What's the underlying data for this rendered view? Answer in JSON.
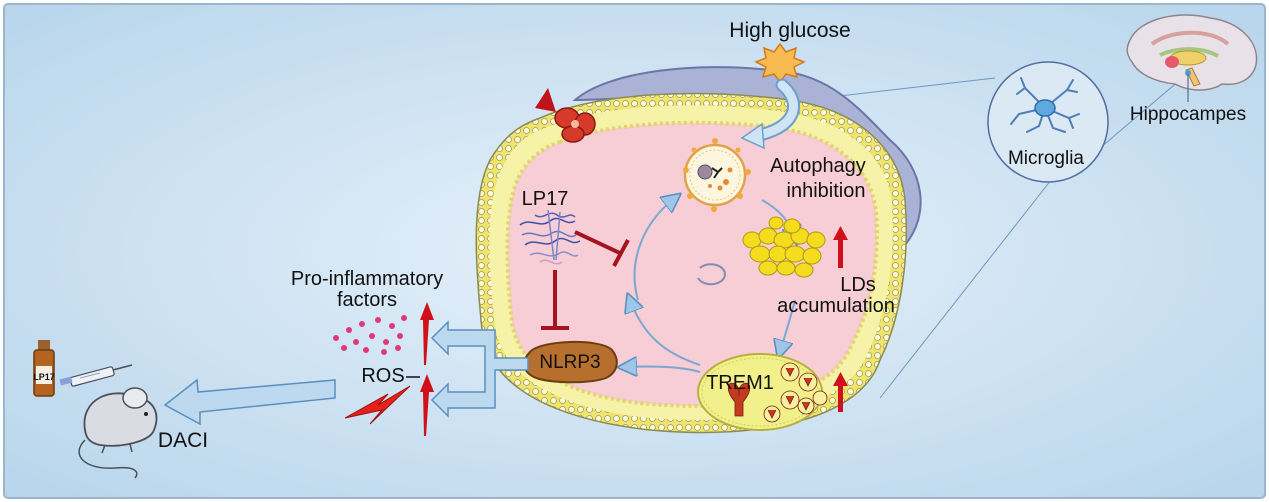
{
  "labels": {
    "high_glucose": "High glucose",
    "hippocampes": "Hippocampes",
    "microglia": "Microglia",
    "autophagy_line1": "Autophagy",
    "autophagy_line2": "inhibition",
    "lp17": "LP17",
    "lds_line1": "LDs",
    "lds_line2": "accumulation",
    "pro_inflammatory_line1": "Pro-inflammatory",
    "pro_inflammatory_line2": "factors",
    "ros": "ROS",
    "nlrp3": "NLRP3",
    "trem1": "TREM1",
    "daci": "DACI",
    "vial_label": "LP17"
  },
  "colors": {
    "background": "#cfe3f2",
    "cell_membrane": "#f4f19a",
    "cytoplasm": "#f7cdd6",
    "nucleus": "#aab3d6",
    "up_arrow": "#d0101a",
    "inhibit": "#a3141c",
    "flow_arrow": "#bcd9f0",
    "lipid_droplet": "#f5dc1e",
    "nlrp3": "#b66f2c",
    "trem1_cell": "#f2f08a"
  }
}
